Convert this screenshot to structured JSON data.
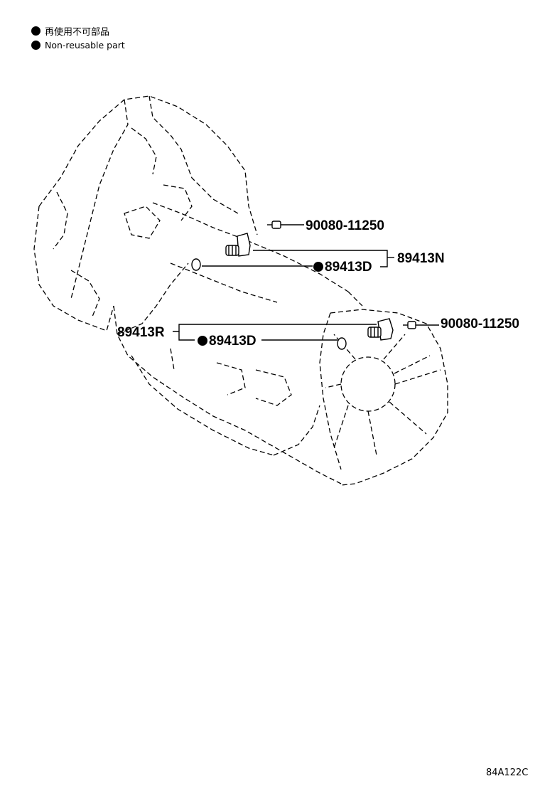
{
  "legend": {
    "jp": "再使用不可部品",
    "en": "Non-reusable part"
  },
  "callouts": {
    "bolt_upper": "90080-11250",
    "sensor_upper": "89413N",
    "oring_upper": "89413D",
    "sensor_lower": "89413R",
    "oring_lower": "89413D",
    "bolt_lower": "90080-11250"
  },
  "illustration_code": "84A122C"
}
